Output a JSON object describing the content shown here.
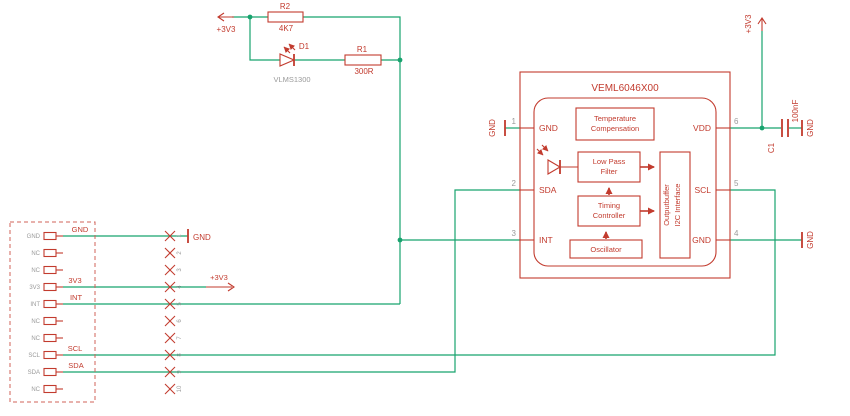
{
  "colors": {
    "wire_green": "#18a36e",
    "symbol_red": "#c23b2e",
    "value_gray": "#9a9a9a"
  },
  "power_rails": {
    "top_left": "+3V3",
    "top_right": "+3V3",
    "connector": "+3V3"
  },
  "grounds": {
    "connector": "GND",
    "ic_left": "GND",
    "ic_right": "GND",
    "cap": "GND"
  },
  "parts": {
    "r2": {
      "name": "R2",
      "value": "4K7"
    },
    "r1": {
      "name": "R1",
      "value": "300R"
    },
    "d1": {
      "name": "D1",
      "value": "VLMS1300"
    },
    "c1": {
      "name": "C1",
      "value": "100nF"
    }
  },
  "ic": {
    "title": "VEML6046X00",
    "pins": {
      "left": [
        {
          "num": "1",
          "name": "GND"
        },
        {
          "num": "2",
          "name": "SDA"
        },
        {
          "num": "3",
          "name": "INT"
        }
      ],
      "right": [
        {
          "num": "6",
          "name": "VDD"
        },
        {
          "num": "5",
          "name": "SCL"
        },
        {
          "num": "4",
          "name": "GND"
        }
      ]
    },
    "blocks": {
      "temperature": [
        "Temperature",
        "Compensation"
      ],
      "low_pass": [
        "Low Pass",
        "Filter"
      ],
      "timing": [
        "Timing",
        "Controller"
      ],
      "oscillator": "Oscillator",
      "output_buffer": [
        "Outputbuffer",
        "I2C Interface"
      ]
    }
  },
  "connector": {
    "net_labels": {
      "gnd": "GND",
      "v33": "3V3",
      "int": "INT",
      "scl": "SCL",
      "sda": "SDA"
    },
    "pin_names": [
      "GND",
      "NC",
      "NC",
      "3V3",
      "INT",
      "NC",
      "NC",
      "SCL",
      "SDA",
      "NC"
    ],
    "pin_numbers": [
      "1",
      "2",
      "3",
      "4",
      "5",
      "6",
      "7",
      "8",
      "9",
      "10"
    ]
  }
}
